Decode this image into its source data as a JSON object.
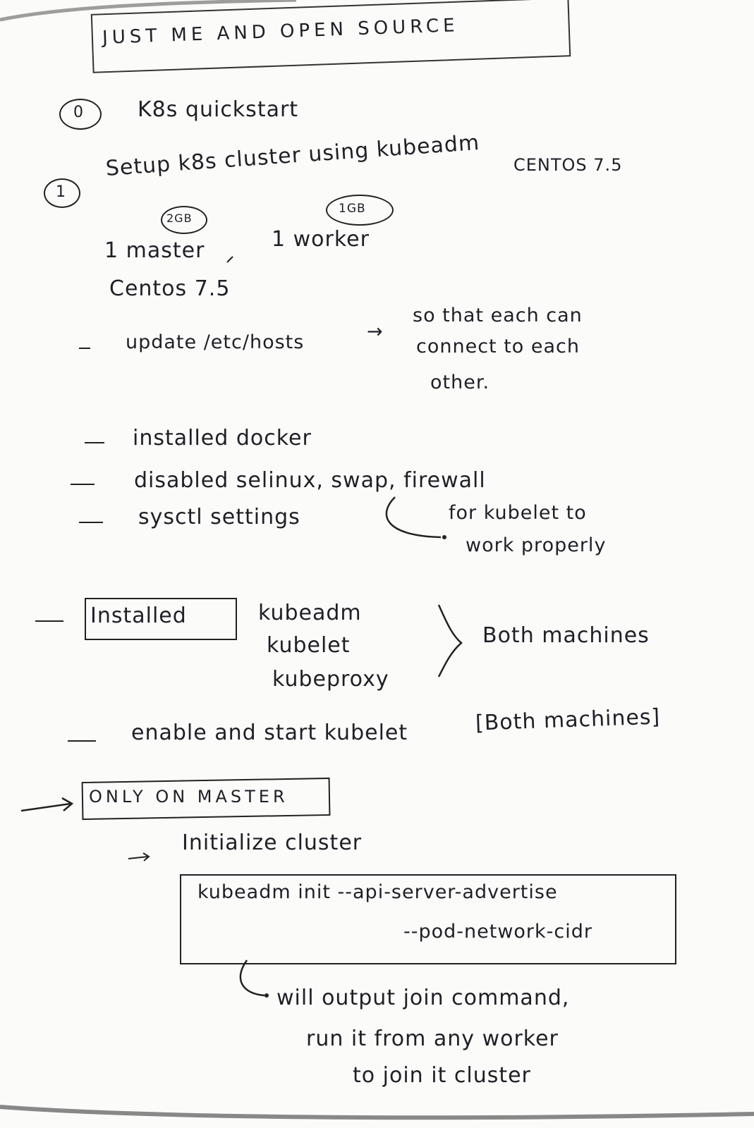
{
  "title": "JUST ME AND OPEN SOURCE",
  "items": {
    "n0": "0",
    "k8s_quickstart": "K8s quickstart",
    "n1": "1",
    "setup_line": "Setup k8s cluster using kubeadm",
    "centos_top": "CENTOS 7.5",
    "mem_master": "2GB",
    "mem_worker": "1GB",
    "master": "1 master",
    "worker": "1 worker",
    "centos": "Centos 7.5",
    "update_hosts": "update /etc/hosts",
    "so_that_1": "so that each can",
    "so_that_2": "connect to each",
    "so_that_3": "other.",
    "installed_docker": "installed docker",
    "disabled": "disabled selinux, swap, firewall",
    "sysctl": "sysctl settings",
    "kubelet_note_1": "for kubelet to",
    "kubelet_note_2": "work properly",
    "installed_box": "Installed",
    "kubeadm": "kubeadm",
    "kubelet": "kubelet",
    "kubeproxy": "kubeproxy",
    "both_machines": "Both machines",
    "enable_start": "enable and start kubelet",
    "both_machines_bracket": "[Both machines]",
    "only_on_master": "ONLY ON MASTER",
    "init_cluster": "Initialize cluster",
    "cmd_1": "kubeadm init --api-server-advertise",
    "cmd_2": "--pod-network-cidr",
    "output_1": "will output join command,",
    "output_2": "run it from any worker",
    "output_3": "to join it cluster"
  }
}
